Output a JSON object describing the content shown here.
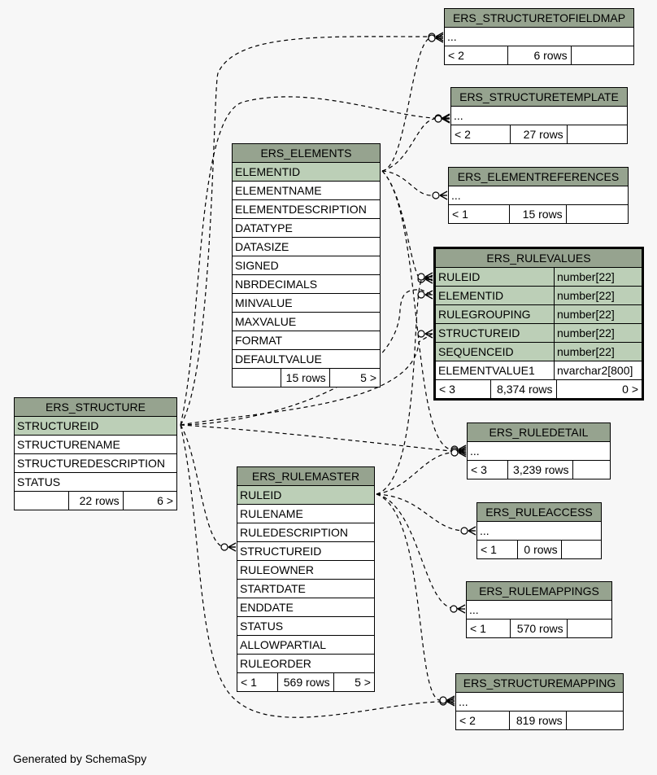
{
  "tables": {
    "structuretofieldmap": {
      "name": "ERS_STRUCTURETOFIELDMAP",
      "columns": [
        {
          "name": "..."
        }
      ],
      "footer": {
        "parents": "< 2",
        "rows": "6 rows",
        "children": ""
      }
    },
    "structuretemplate": {
      "name": "ERS_STRUCTURETEMPLATE",
      "columns": [
        {
          "name": "..."
        }
      ],
      "footer": {
        "parents": "< 2",
        "rows": "27 rows",
        "children": ""
      }
    },
    "elements": {
      "name": "ERS_ELEMENTS",
      "columns": [
        {
          "name": "ELEMENTID",
          "pk": true
        },
        {
          "name": "ELEMENTNAME"
        },
        {
          "name": "ELEMENTDESCRIPTION"
        },
        {
          "name": "DATATYPE"
        },
        {
          "name": "DATASIZE"
        },
        {
          "name": "SIGNED"
        },
        {
          "name": "NBRDECIMALS"
        },
        {
          "name": "MINVALUE"
        },
        {
          "name": "MAXVALUE"
        },
        {
          "name": "FORMAT"
        },
        {
          "name": "DEFAULTVALUE"
        }
      ],
      "footer": {
        "parents": "",
        "rows": "15 rows",
        "children": "5 >"
      }
    },
    "elementreferences": {
      "name": "ERS_ELEMENTREFERENCES",
      "columns": [
        {
          "name": "..."
        }
      ],
      "footer": {
        "parents": "< 1",
        "rows": "15 rows",
        "children": ""
      }
    },
    "rulevalues": {
      "name": "ERS_RULEVALUES",
      "columns": [
        {
          "name": "RULEID",
          "type": "number[22]",
          "pk": true
        },
        {
          "name": "ELEMENTID",
          "type": "number[22]",
          "pk": true
        },
        {
          "name": "RULEGROUPING",
          "type": "number[22]",
          "pk": true
        },
        {
          "name": "STRUCTUREID",
          "type": "number[22]",
          "pk": true
        },
        {
          "name": "SEQUENCEID",
          "type": "number[22]",
          "pk": true
        },
        {
          "name": "ELEMENTVALUE1",
          "type": "nvarchar2[800]"
        }
      ],
      "footer": {
        "parents": "< 3",
        "rows": "8,374 rows",
        "children": "0 >"
      }
    },
    "structure": {
      "name": "ERS_STRUCTURE",
      "columns": [
        {
          "name": "STRUCTUREID",
          "pk": true
        },
        {
          "name": "STRUCTURENAME"
        },
        {
          "name": "STRUCTUREDESCRIPTION"
        },
        {
          "name": "STATUS"
        }
      ],
      "footer": {
        "parents": "",
        "rows": "22 rows",
        "children": "6 >"
      }
    },
    "ruledetail": {
      "name": "ERS_RULEDETAIL",
      "columns": [
        {
          "name": "..."
        }
      ],
      "footer": {
        "parents": "< 3",
        "rows": "3,239 rows",
        "children": ""
      }
    },
    "rulemaster": {
      "name": "ERS_RULEMASTER",
      "columns": [
        {
          "name": "RULEID",
          "pk": true
        },
        {
          "name": "RULENAME"
        },
        {
          "name": "RULEDESCRIPTION"
        },
        {
          "name": "STRUCTUREID"
        },
        {
          "name": "RULEOWNER"
        },
        {
          "name": "STARTDATE"
        },
        {
          "name": "ENDDATE"
        },
        {
          "name": "STATUS"
        },
        {
          "name": "ALLOWPARTIAL"
        },
        {
          "name": "RULEORDER"
        }
      ],
      "footer": {
        "parents": "< 1",
        "rows": "569 rows",
        "children": "5 >"
      }
    },
    "ruleaccess": {
      "name": "ERS_RULEACCESS",
      "columns": [
        {
          "name": "..."
        }
      ],
      "footer": {
        "parents": "< 1",
        "rows": "0 rows",
        "children": ""
      }
    },
    "rulemappings": {
      "name": "ERS_RULEMAPPINGS",
      "columns": [
        {
          "name": "..."
        }
      ],
      "footer": {
        "parents": "< 1",
        "rows": "570 rows",
        "children": ""
      }
    },
    "structuremapping": {
      "name": "ERS_STRUCTUREMAPPING",
      "columns": [
        {
          "name": "..."
        }
      ],
      "footer": {
        "parents": "< 2",
        "rows": "819 rows",
        "children": ""
      }
    }
  },
  "colors": {
    "header": "#96a38f",
    "primary_key": "#bccfb7",
    "background": "#f7f7f7"
  },
  "footer_text": "Generated by SchemaSpy"
}
